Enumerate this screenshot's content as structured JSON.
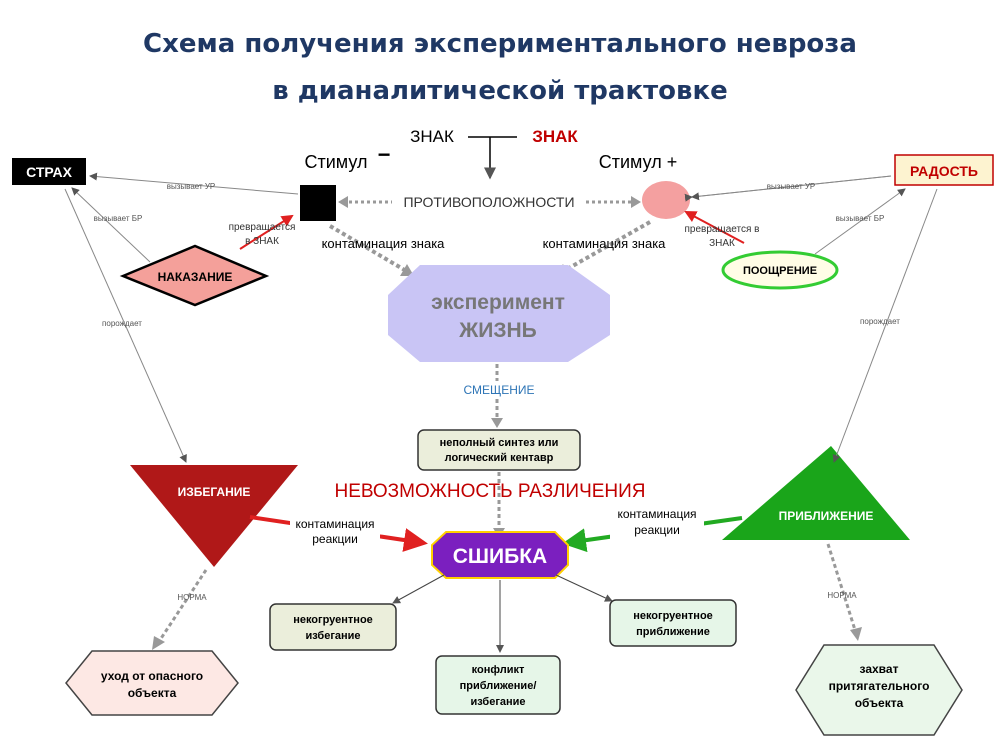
{
  "title": {
    "line1": "Схема получения экспериментального невроза",
    "line2": "в дианалитической трактовке"
  },
  "top": {
    "sign_left": "ЗНАК",
    "sign_right": "ЗНАК",
    "stimulus_minus": "Стимул",
    "minus_sign": "−",
    "stimulus_plus": "Стимул +",
    "opposites": "ПРОТИВОПОЛОЖНОСТИ"
  },
  "nodes": {
    "fear": "СТРАХ",
    "joy": "РАДОСТЬ",
    "punishment": "НАКАЗАНИЕ",
    "encouragement": "ПООЩРЕНИЕ",
    "experiment_line1": "эксперимент",
    "experiment_line2": "ЖИЗНЬ",
    "synthesis_line1": "неполный синтез или",
    "synthesis_line2": "логический кентавр",
    "avoidance": "ИЗБЕГАНИЕ",
    "approach": "ПРИБЛИЖЕНИЕ",
    "error": "СШИБКА",
    "incong_avoid_line1": "некогруентное",
    "incong_avoid_line2": "избегание",
    "incong_approach_line1": "некогруентное",
    "incong_approach_line2": "приближение",
    "conflict_line1": "конфликт",
    "conflict_line2": "приближение/",
    "conflict_line3": "избегание",
    "leave_line1": "уход от опасного",
    "leave_line2": "объекта",
    "capture_line1": "захват",
    "capture_line2": "притягательного",
    "capture_line3": "объекта"
  },
  "labels": {
    "causes_ur_left": "вызывает УР",
    "causes_br_left": "вызывает БР",
    "turns_into_left_line1": "превращается",
    "turns_into_left_line2": "в ЗНАК",
    "contamination_sign_left": "контаминация знака",
    "contamination_sign_right": "контаминация знака",
    "causes_ur_right": "вызывает УР",
    "causes_br_right": "вызывает БР",
    "turns_into_right_line1": "превращается в",
    "turns_into_right_line2": "ЗНАК",
    "generates_left": "порождает",
    "generates_right": "порождает",
    "displacement": "СМЕЩЕНИЕ",
    "impossibility": "НЕВОЗМОЖНОСТЬ РАЗЛИЧЕНИЯ",
    "contamination_reaction_left_line1": "контаминация",
    "contamination_reaction_left_line2": "реакции",
    "contamination_reaction_right_line1": "контаминация",
    "contamination_reaction_right_line2": "реакции",
    "norm_left": "НОРМА",
    "norm_right": "НОРМА"
  },
  "colors": {
    "title": "#1f3864",
    "red_text": "#c00000",
    "blue_text": "#2e75b6",
    "punishment_fill": "#f4a09a",
    "encouragement_border": "#33cc33",
    "experiment_fill": "#c9c5f5",
    "avoidance_fill": "#b01818",
    "approach_fill": "#1aa51a",
    "error_fill": "#7b1fbf",
    "joy_fill": "#fdf3d0",
    "pink_circle": "#f4a0a0",
    "box_fill_neutral": "#ebeedb",
    "box_fill_green": "#e6f6e8",
    "hex_left_fill": "#fde8e4",
    "hex_right_fill": "#eaf7ea"
  }
}
